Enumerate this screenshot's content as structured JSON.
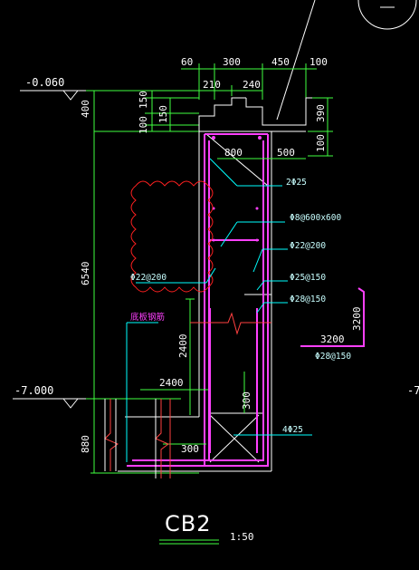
{
  "drawing": {
    "title": "CB2",
    "scale": "1:50",
    "colors": {
      "background": "#000000",
      "outline": "#ffffff",
      "rebar": "#ff40ff",
      "dimension": "#40ff40",
      "leader": "#00ffff",
      "cloud": "#ff2020",
      "cut_symbol": "#ff4040"
    }
  },
  "levels": {
    "top": "-0.060",
    "bottom": "-7.000",
    "right_partial": "-7"
  },
  "dims_top": [
    "60",
    "300",
    "450",
    "100",
    "210",
    "240"
  ],
  "dims_left": [
    "400",
    "150",
    "150",
    "100",
    "6540",
    "880"
  ],
  "dims_right": [
    "390",
    "100"
  ],
  "dims_inner": [
    "800",
    "500",
    "2400",
    "2400",
    "300",
    "300"
  ],
  "rebar_labels": [
    "2Φ25",
    "Φ8@600x600",
    "Φ22@200",
    "Φ22@200",
    "Φ25@150",
    "Φ28@150",
    "4Φ25"
  ],
  "bottom_rebar_label": "底板钢筋",
  "detail": {
    "dim_v": "3200",
    "dim_h": "3200",
    "label": "Φ28@150"
  }
}
